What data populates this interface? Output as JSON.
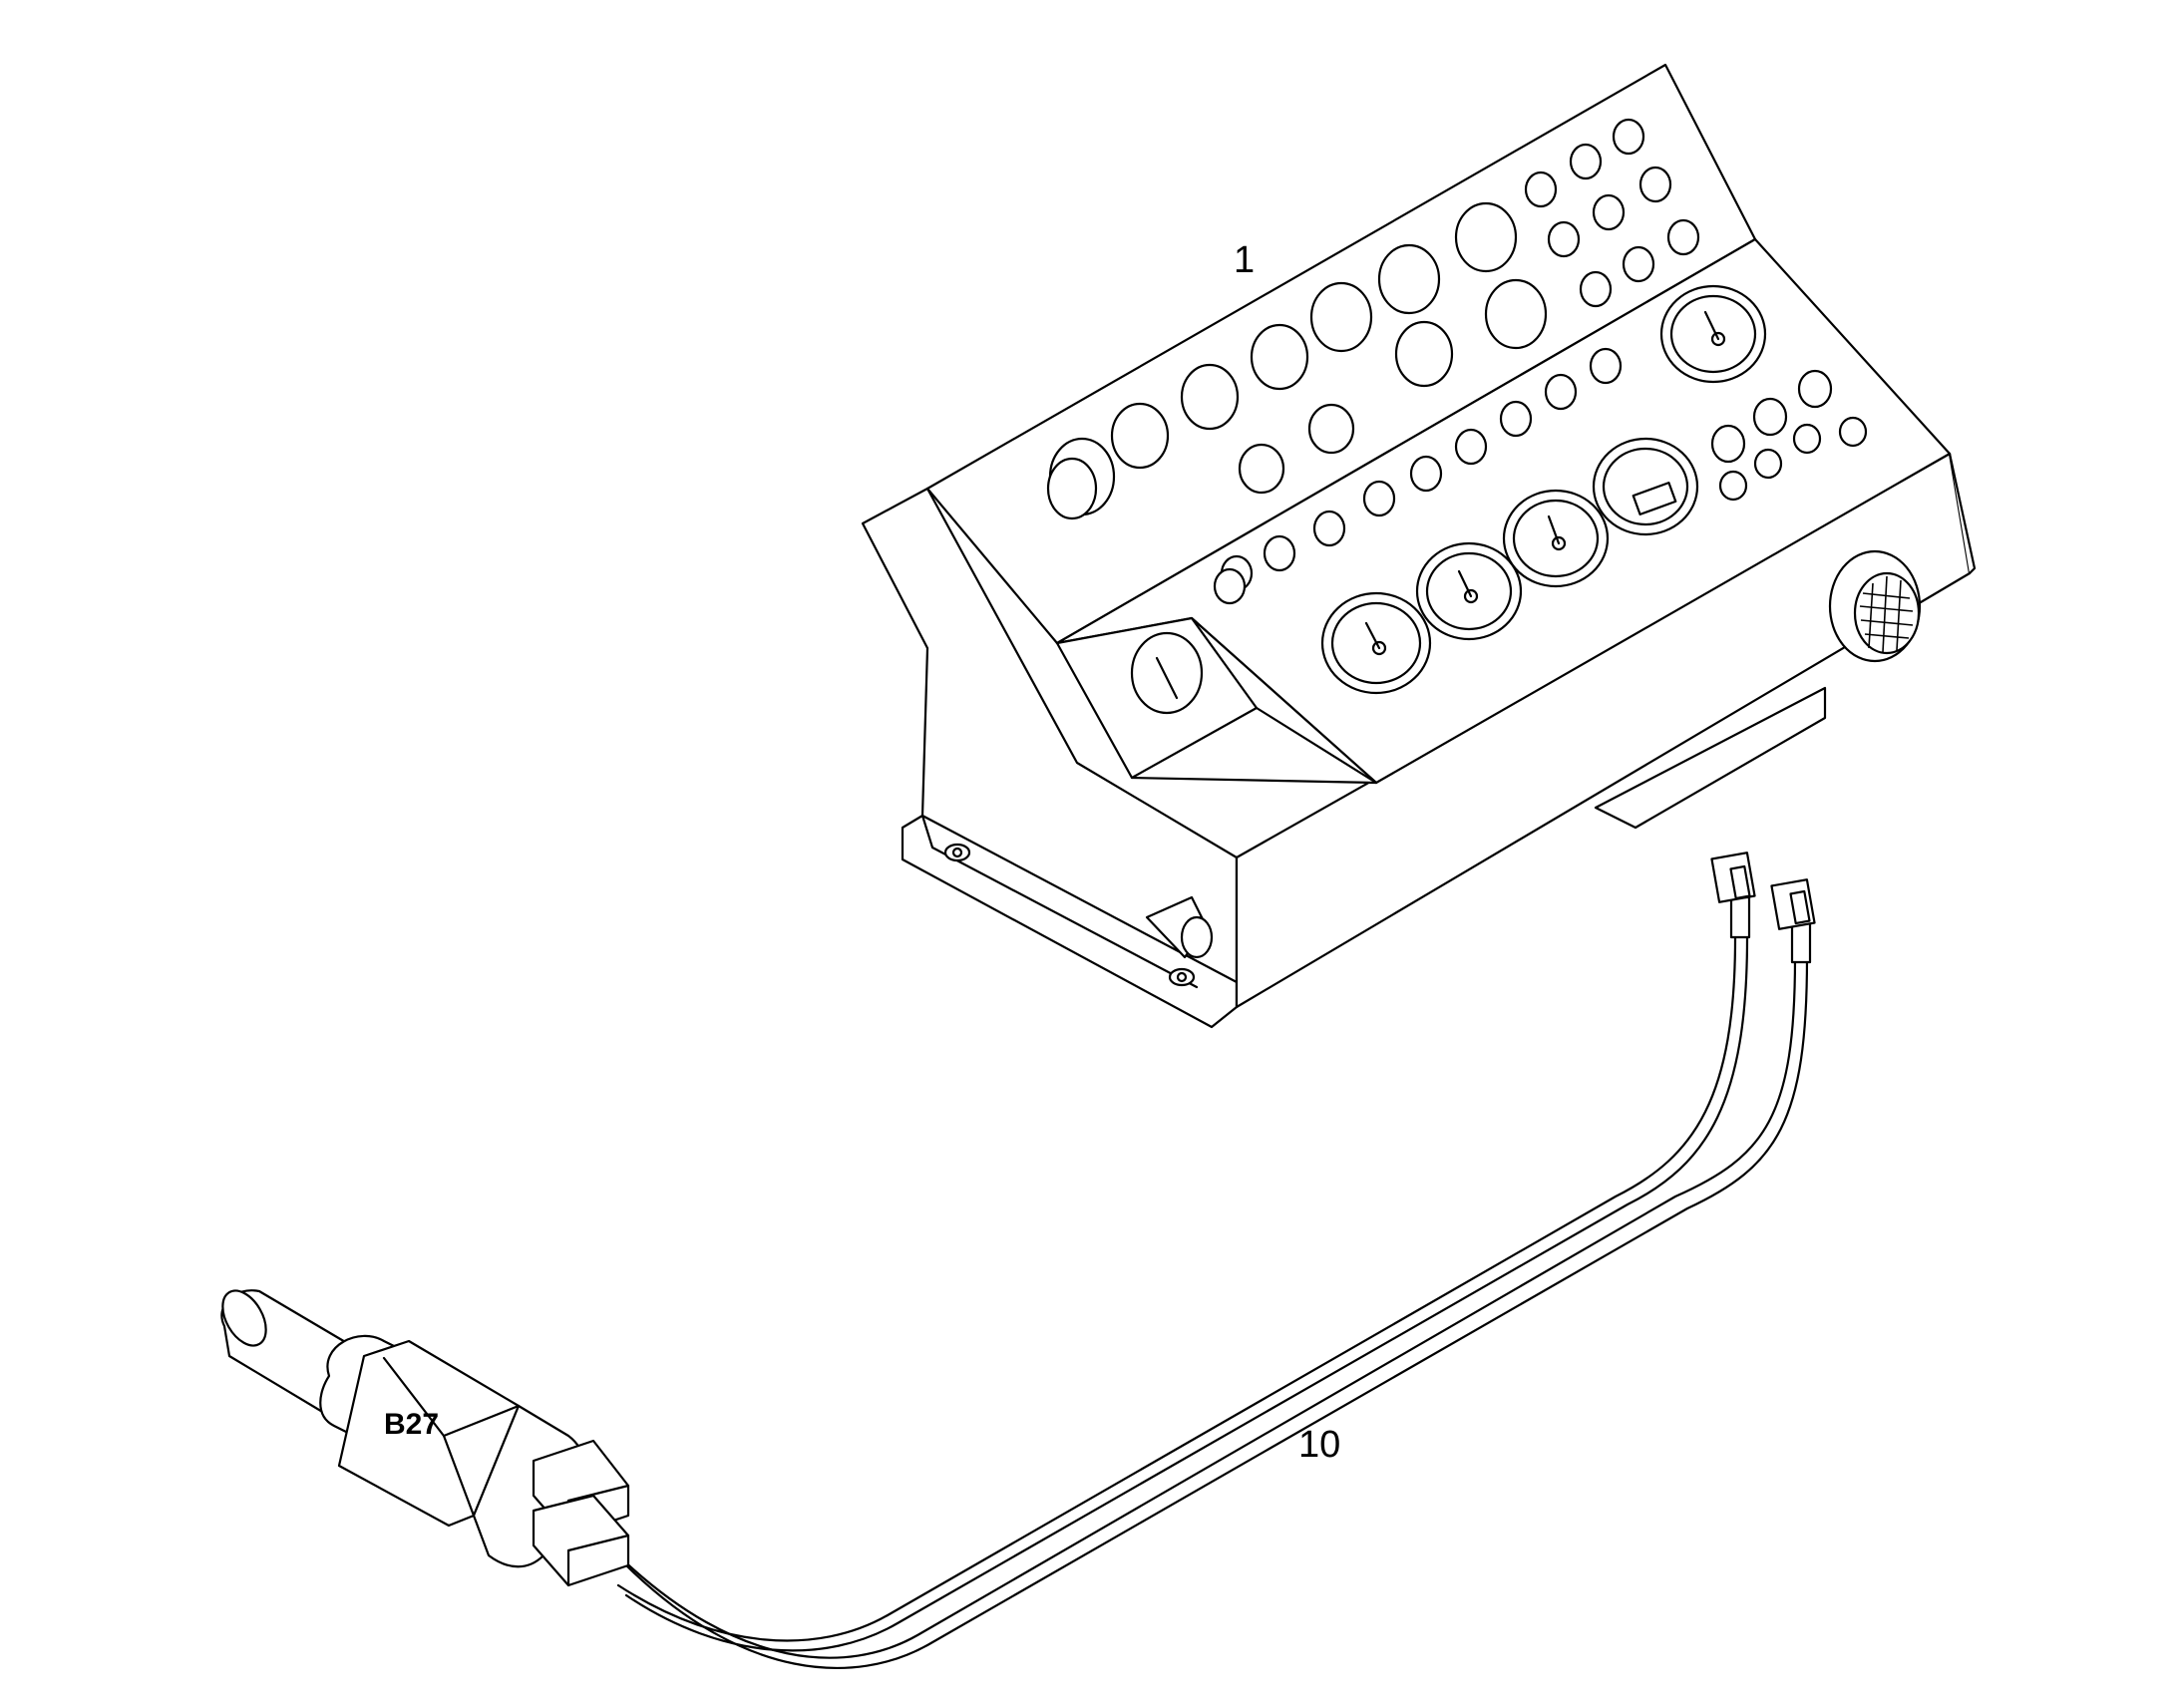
{
  "callouts": {
    "panel": "1",
    "harness": "10"
  },
  "sensor": {
    "label": "B27"
  },
  "colors": {
    "line": "#000000",
    "background": "#ffffff"
  }
}
